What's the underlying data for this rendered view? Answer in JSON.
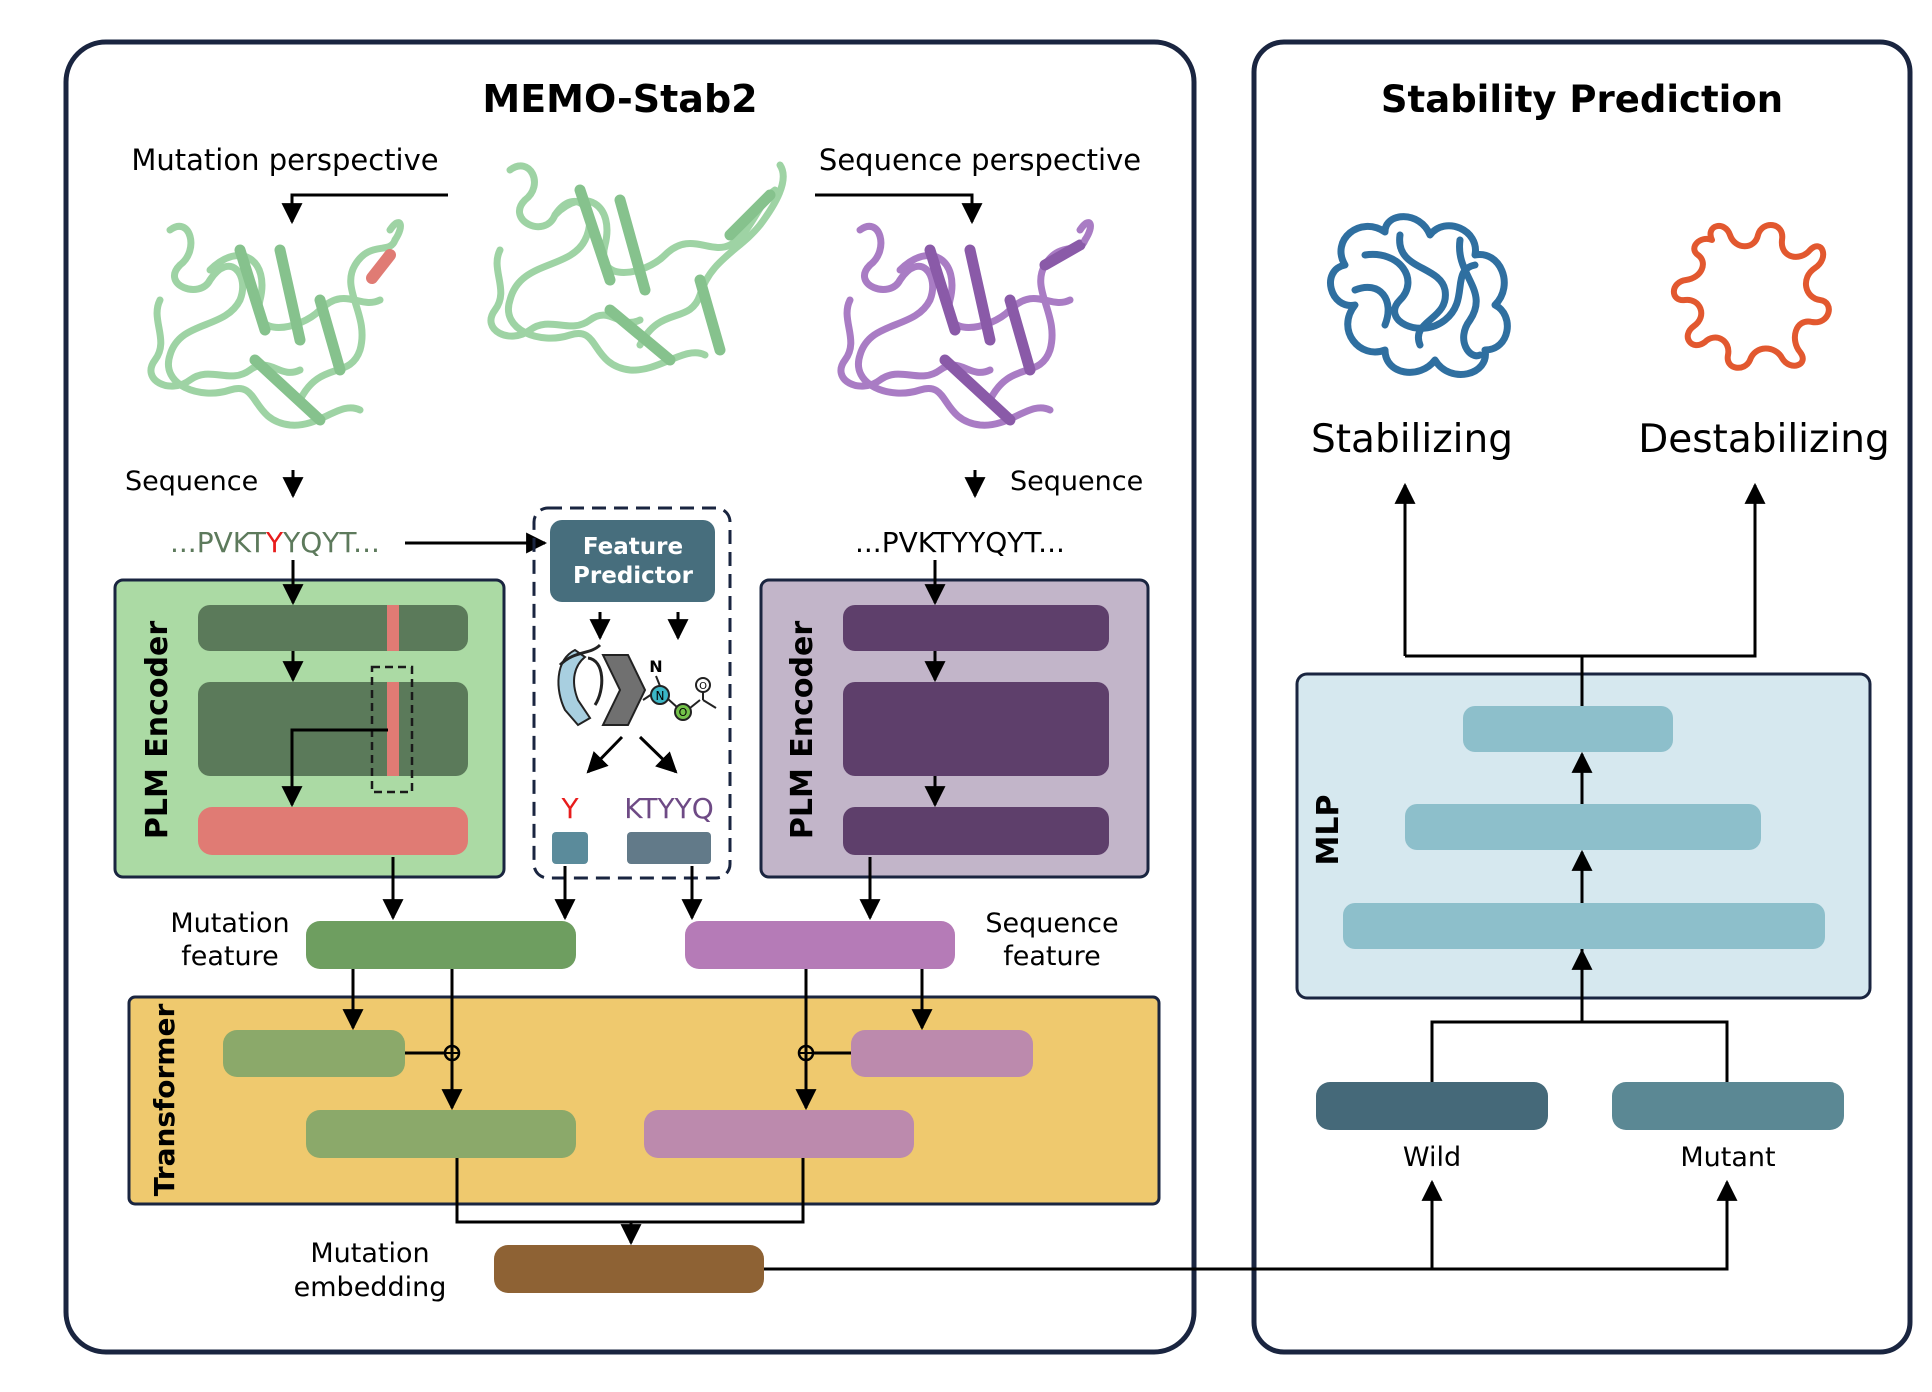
{
  "left_panel": {
    "title": "MEMO-Stab2",
    "mutation_perspective": "Mutation perspective",
    "sequence_perspective": "Sequence perspective",
    "sequence_left": "Sequence",
    "sequence_right": "Sequence",
    "seq_prefix": "...PVKT",
    "seq_mutant_residue": "Y",
    "seq_suffix": "YQYT...",
    "seq_wild": "...PVKTYYQYT...",
    "feature_predictor_line1": "Feature",
    "feature_predictor_line2": "Predictor",
    "site_residue": "Y",
    "site_window": "KTYYQ",
    "atom_n_top": "N",
    "atom_n": "N",
    "atom_o1": "O",
    "atom_o2": "O",
    "plm_encoder_left": "PLM Encoder",
    "plm_encoder_right": "PLM Encoder",
    "mutation_feature_line1": "Mutation",
    "mutation_feature_line2": "feature",
    "sequence_feature_line1": "Sequence",
    "sequence_feature_line2": "feature",
    "transformer": "Transformer",
    "mutation_embedding_line1": "Mutation",
    "mutation_embedding_line2": "embedding"
  },
  "right_panel": {
    "title": "Stability Prediction",
    "stabilizing": "Stabilizing",
    "destabilizing": "Destabilizing",
    "mlp": "MLP",
    "wild": "Wild",
    "mutant": "Mutant"
  },
  "colors": {
    "mutant_green": "#5d7a5c",
    "mutation_highlight": "#e07b74",
    "wild_purple": "#5e3f6b",
    "mutation_feature": "#6e9e60",
    "sequence_feature": "#b57bb7",
    "transformer_bg": "#efc96e",
    "embedding_brown": "#8e6234",
    "mlp_bg": "#d6e8ef",
    "mlp_layer": "#8dbfcb",
    "wild_bar": "#456979",
    "mutant_bar": "#5b8894",
    "stabilizing_blue": "#2f6fa0",
    "destabilizing_orange": "#e2582f",
    "red_text": "#e81c1c"
  }
}
